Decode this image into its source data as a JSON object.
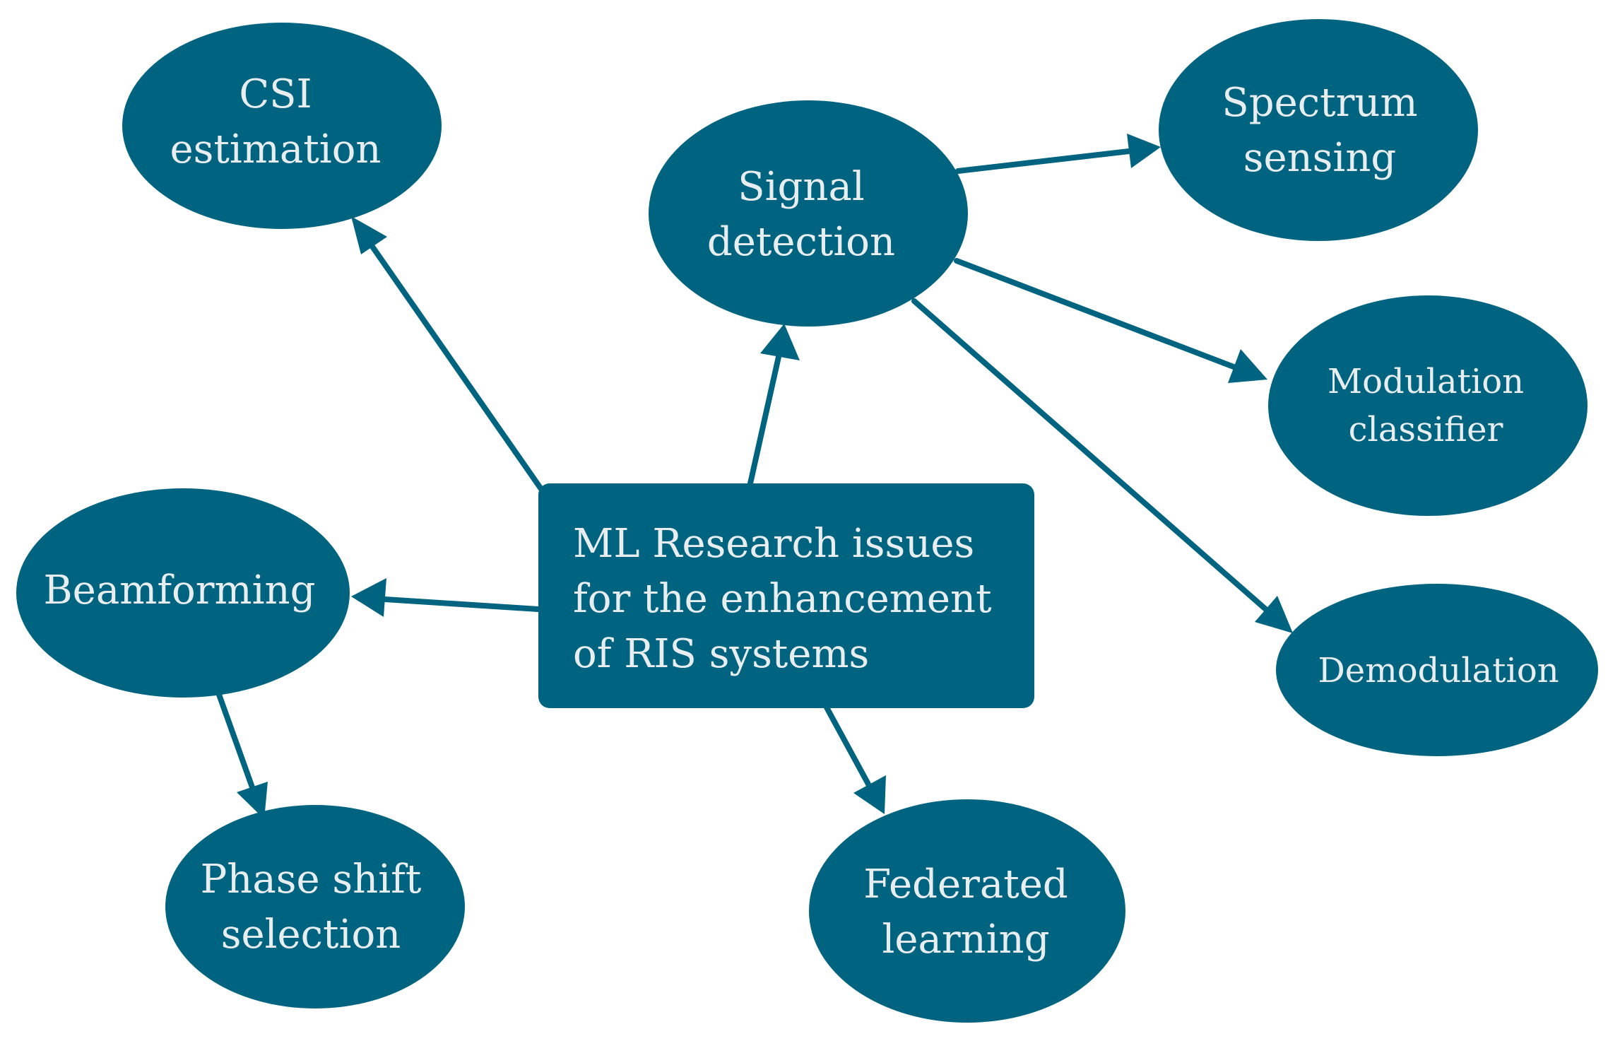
{
  "colors": {
    "node_fill": "#006480",
    "edge": "#006480",
    "text": "#e8eef0",
    "background": "#ffffff"
  },
  "center": {
    "lines": [
      "ML Research issues",
      "for the enhancement",
      "of RIS systems"
    ]
  },
  "nodes": {
    "csi": {
      "lines": [
        "CSI",
        "estimation"
      ]
    },
    "signal": {
      "lines": [
        "Signal",
        "detection"
      ]
    },
    "spectrum": {
      "lines": [
        "Spectrum",
        "sensing"
      ]
    },
    "modulation": {
      "lines": [
        "Modulation",
        "classifier"
      ]
    },
    "demodulation": {
      "lines": [
        "Demodulation"
      ]
    },
    "beamforming": {
      "lines": [
        "Beamforming"
      ]
    },
    "phase": {
      "lines": [
        "Phase shift",
        "selection"
      ]
    },
    "federated": {
      "lines": [
        "Federated",
        "learning"
      ]
    }
  },
  "edges": [
    {
      "from": "center",
      "to": "csi"
    },
    {
      "from": "center",
      "to": "signal"
    },
    {
      "from": "center",
      "to": "beamforming"
    },
    {
      "from": "center",
      "to": "federated"
    },
    {
      "from": "signal",
      "to": "spectrum"
    },
    {
      "from": "signal",
      "to": "modulation"
    },
    {
      "from": "signal",
      "to": "demodulation"
    },
    {
      "from": "beamforming",
      "to": "phase"
    }
  ]
}
